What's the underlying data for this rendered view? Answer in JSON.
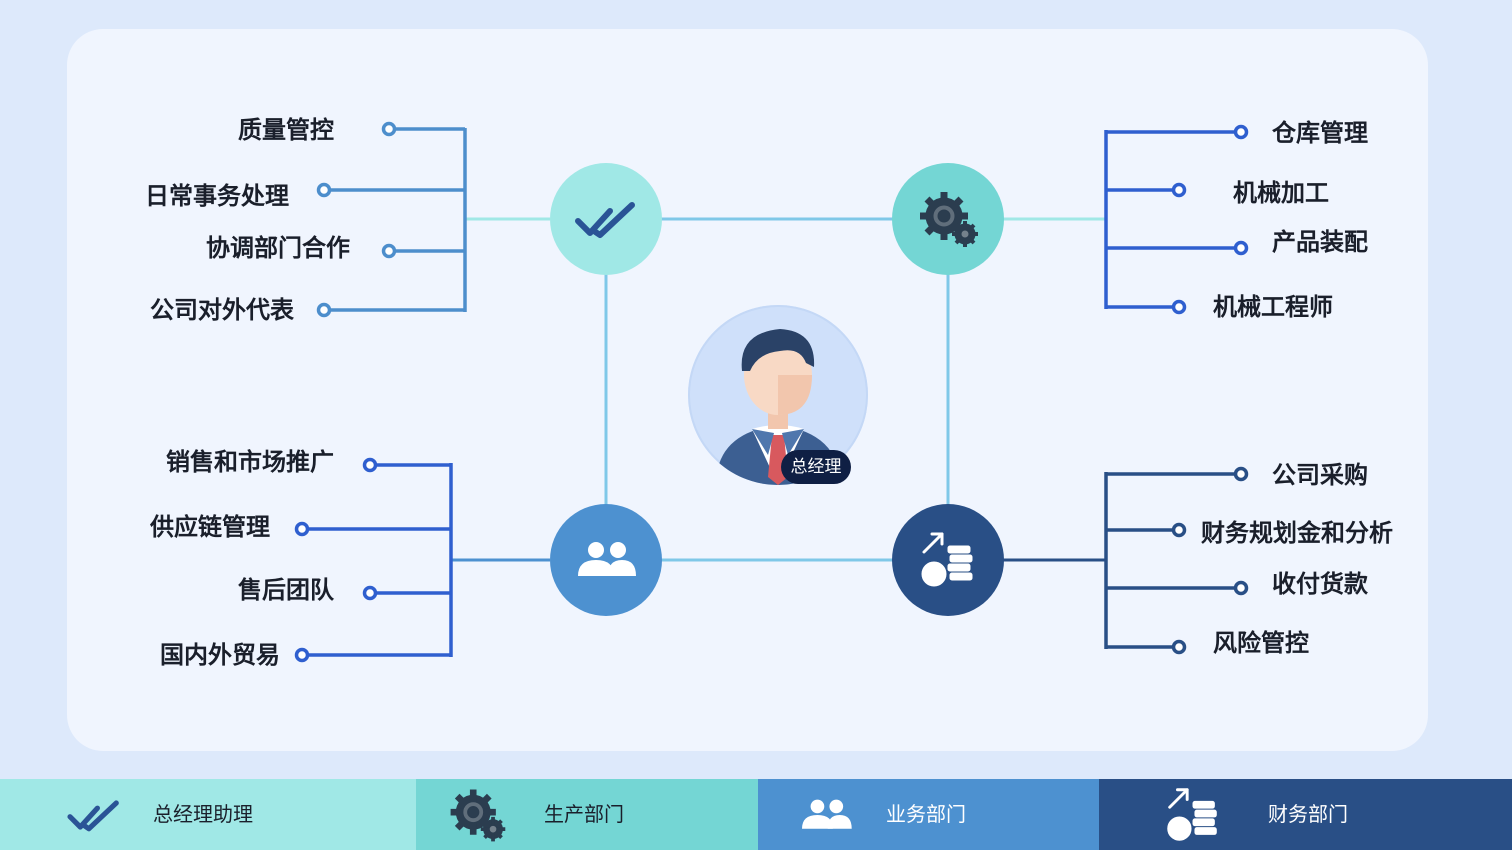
{
  "colors": {
    "teal_light": "#a0e8e6",
    "teal": "#74d6d4",
    "blue": "#4d91d0",
    "navy": "#294f86",
    "line_blue": "#2f5fcf",
    "center_tag": "#0f1f44"
  },
  "center": {
    "label": "总经理",
    "icon": "businessman-avatar-icon"
  },
  "hubs": {
    "assistant": {
      "icon": "double-check-icon"
    },
    "production": {
      "icon": "gears-icon"
    },
    "business": {
      "icon": "people-icon"
    },
    "finance": {
      "icon": "money-growth-icon"
    }
  },
  "groups": {
    "assistant": [
      "质量管控",
      "日常事务处理",
      "协调部门合作",
      "公司对外代表"
    ],
    "production": [
      "仓库管理",
      "机械加工",
      "产品装配",
      "机械工程师"
    ],
    "business": [
      "销售和市场推广",
      "供应链管理",
      "售后团队",
      "国内外贸易"
    ],
    "finance": [
      "公司采购",
      "财务规划金和分析",
      "收付货款",
      "风险管控"
    ]
  },
  "bottom_bar": [
    {
      "label": "总经理助理",
      "icon": "double-check-icon"
    },
    {
      "label": "生产部门",
      "icon": "gears-icon"
    },
    {
      "label": "业务部门",
      "icon": "people-icon"
    },
    {
      "label": "财务部门",
      "icon": "money-growth-icon"
    }
  ]
}
